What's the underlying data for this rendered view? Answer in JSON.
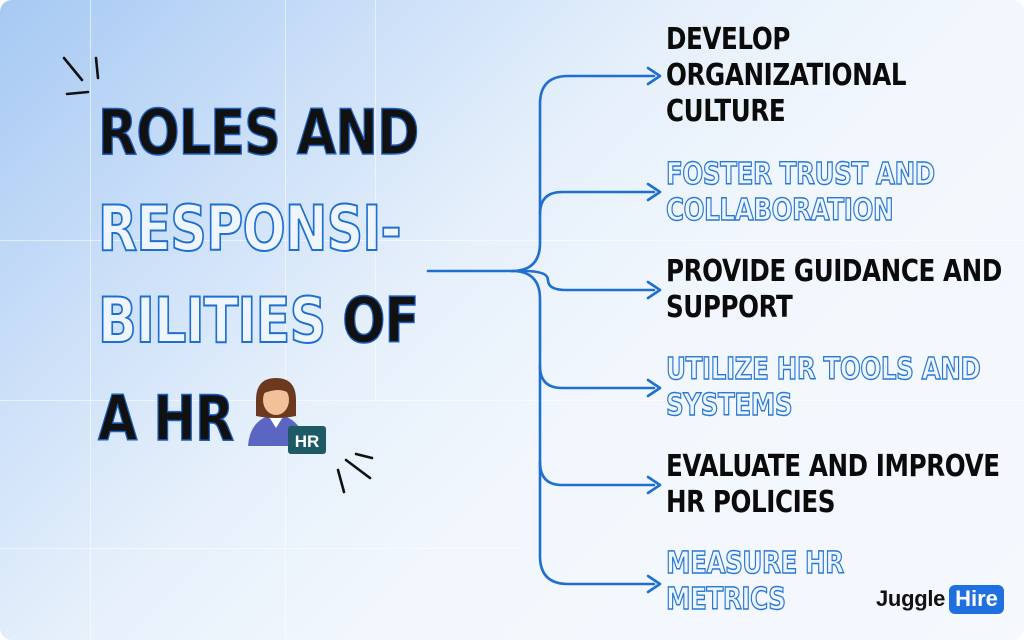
{
  "title": {
    "line1": "ROLES AND",
    "line2": "RESPONSI-",
    "line3_outline": "BILITIES",
    "line3_solid": "OF",
    "line4": "A HR"
  },
  "icon": {
    "name": "hr-person-icon",
    "badge": "HR"
  },
  "branches": [
    {
      "lines": [
        "DEVELOP",
        "ORGANIZATIONAL",
        "CULTURE"
      ],
      "style": "solid"
    },
    {
      "lines": [
        "FOSTER TRUST AND",
        "COLLABORATION"
      ],
      "style": "outline"
    },
    {
      "lines": [
        "PROVIDE GUIDANCE AND",
        "SUPPORT"
      ],
      "style": "solid"
    },
    {
      "lines": [
        "UTILIZE HR TOOLS AND",
        "SYSTEMS"
      ],
      "style": "outline"
    },
    {
      "lines": [
        "EVALUATE AND IMPROVE",
        "HR POLICIES"
      ],
      "style": "solid"
    },
    {
      "lines": [
        "MEASURE HR",
        "METRICS"
      ],
      "style": "outline"
    }
  ],
  "logo": {
    "word": "Juggle",
    "box": "Hire"
  },
  "colors": {
    "accent": "#1f6fd0",
    "text": "#111111",
    "badge": "#1e5a66"
  }
}
